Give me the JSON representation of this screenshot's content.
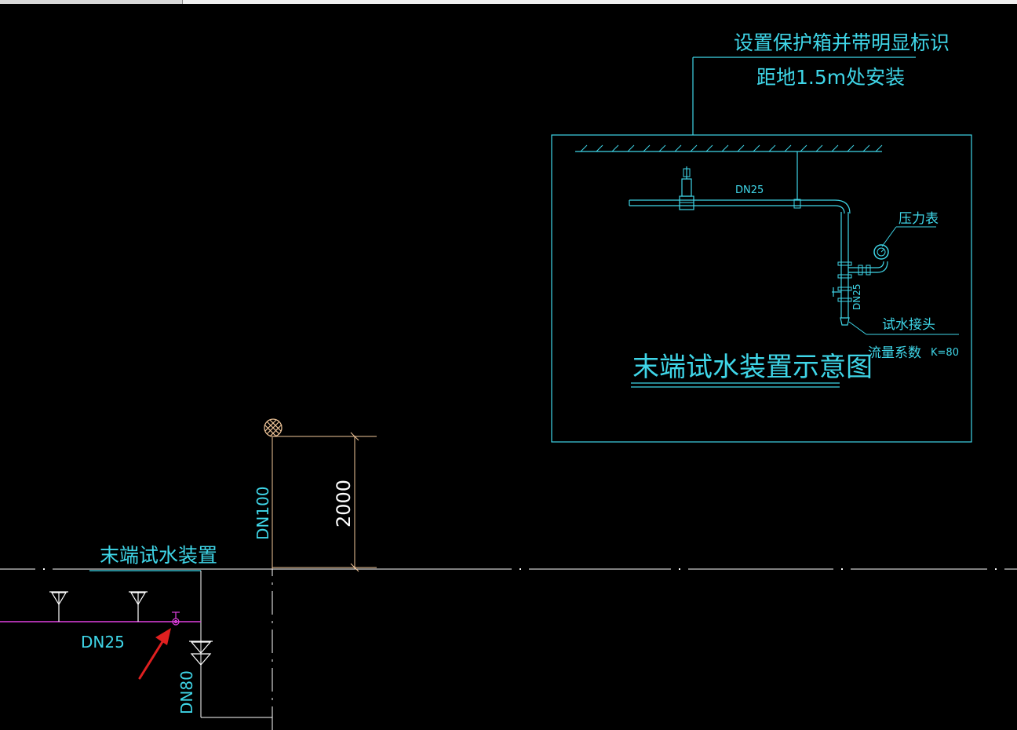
{
  "colors": {
    "background": "#000000",
    "cyan": "#3fd6e8",
    "white": "#ffffff",
    "magenta": "#e040e0",
    "dimension": "#f2c79a",
    "red_arrow": "#e02020"
  },
  "detail": {
    "callout_line1": "设置保护箱并带明显标识",
    "callout_line2": "距地1.5m处安装",
    "pipe_horizontal_label": "DN25",
    "pipe_vertical_label": "DN25",
    "gauge_label": "压力表",
    "test_connector_label": "试水接头",
    "flow_coefficient_label": "流量系数",
    "k_value": "K=80",
    "title": "末端试水装置示意图"
  },
  "plan": {
    "device_label": "末端试水装置",
    "branch_pipe_label": "DN25",
    "drain_pipe_label": "DN80",
    "riser_label": "DN100",
    "dimension_value": "2000"
  },
  "icons": {
    "pressure_gauge": "gauge-icon",
    "sprinkler": "sprinkler-head-icon",
    "valve": "valve-icon",
    "funnel": "drain-funnel-icon",
    "arrow": "pointer-arrow-icon"
  }
}
